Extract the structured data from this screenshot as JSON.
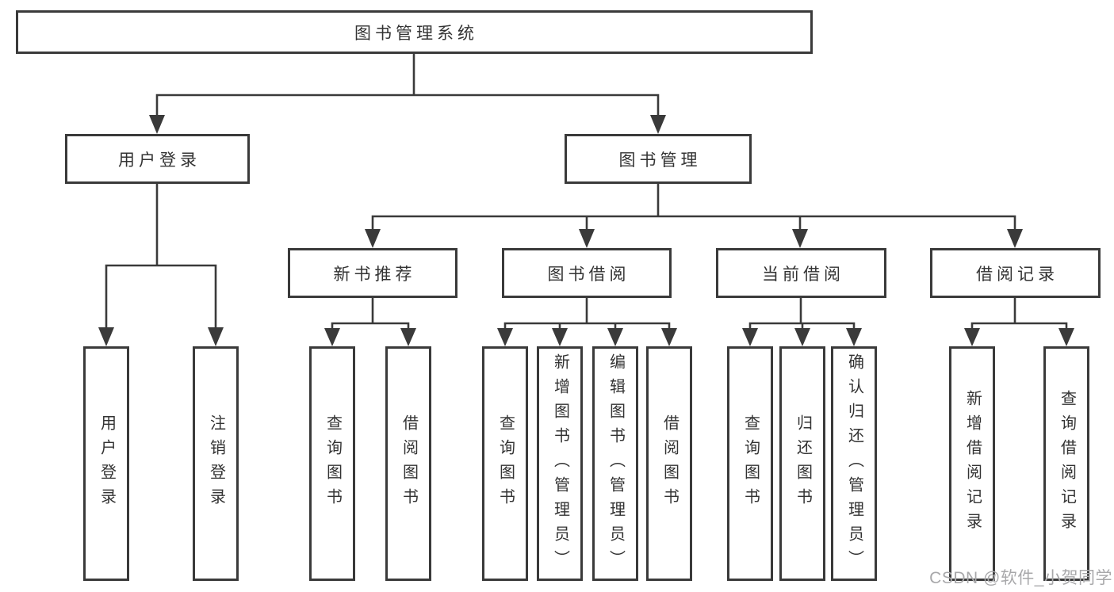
{
  "colors": {
    "line": "#3a3a3a",
    "text": "#333333",
    "box_bg": "#ffffff",
    "background": "#ffffff",
    "watermark": "#a8a8aa"
  },
  "tree": {
    "root": {
      "label": "图书管理系统"
    },
    "branches": [
      {
        "label": "用户登录",
        "leaves": [
          "用户登录",
          "注销登录"
        ]
      },
      {
        "label": "图书管理",
        "children": [
          {
            "label": "新书推荐",
            "leaves": [
              "查询图书",
              "借阅图书"
            ]
          },
          {
            "label": "图书借阅",
            "leaves": [
              "查询图书",
              "新增图书（管理员）",
              "编辑图书（管理员）",
              "借阅图书"
            ]
          },
          {
            "label": "当前借阅",
            "leaves": [
              "查询图书",
              "归还图书",
              "确认归还（管理员）"
            ]
          },
          {
            "label": "借阅记录",
            "leaves": [
              "新增借阅记录",
              "查询借阅记录"
            ]
          }
        ]
      }
    ]
  },
  "watermark": "CSDN @软件_小贺同学"
}
